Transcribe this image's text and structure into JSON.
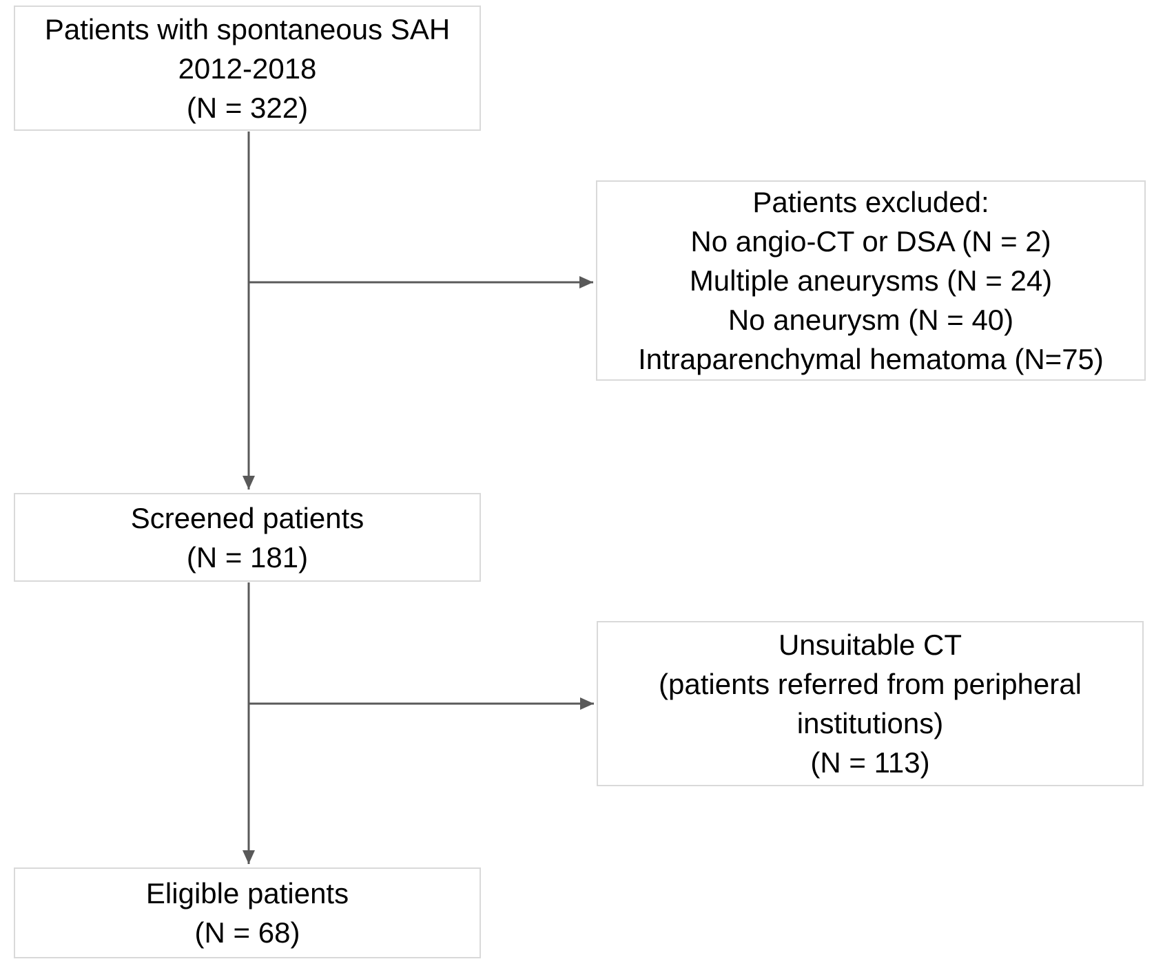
{
  "colors": {
    "background": "#ffffff",
    "box_fill": "#ffffff",
    "box_border": "#d9d9d9",
    "connector": "#595959",
    "text": "#000000"
  },
  "diagram": {
    "type": "flowchart",
    "nodes": [
      {
        "id": "patients-sah",
        "lines": [
          "Patients with spontaneous SAH",
          "2012-2018",
          "(N = 322)"
        ]
      },
      {
        "id": "patients-excluded",
        "lines": [
          "Patients excluded:",
          "No angio-CT or DSA (N = 2)",
          "Multiple aneurysms (N = 24)",
          "No aneurysm (N = 40)",
          "Intraparenchymal hematoma (N=75)"
        ]
      },
      {
        "id": "screened-patients",
        "lines": [
          "Screened patients",
          "(N = 181)"
        ]
      },
      {
        "id": "unsuitable-ct",
        "lines": [
          "Unsuitable CT",
          "(patients referred from peripheral",
          "institutions)",
          "(N = 113)"
        ]
      },
      {
        "id": "eligible-patients",
        "lines": [
          "Eligible patients",
          "(N = 68)"
        ]
      }
    ],
    "edges": [
      {
        "from": "patients-sah",
        "to": "screened-patients"
      },
      {
        "from": "patients-sah",
        "to": "patients-excluded"
      },
      {
        "from": "screened-patients",
        "to": "eligible-patients"
      },
      {
        "from": "screened-patients",
        "to": "unsuitable-ct"
      }
    ]
  }
}
